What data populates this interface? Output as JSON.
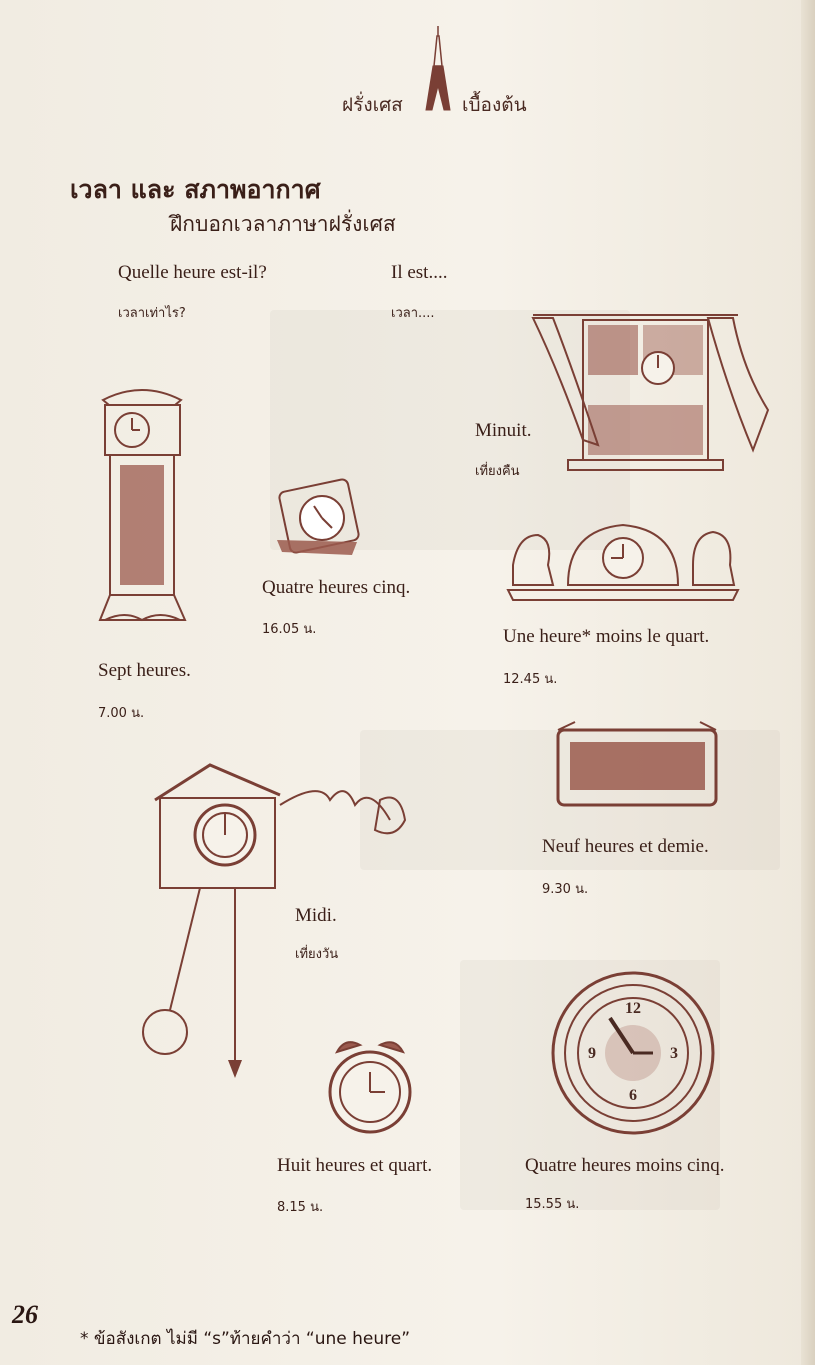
{
  "header": {
    "left": "ฝรั่งเศส",
    "right": "เบื้องต้น"
  },
  "title": "เวลา และ สภาพอากาศ",
  "subtitle": "ฝึกบอกเวลาภาษาฝรั่งเศส",
  "question": {
    "fr": "Quelle heure est-il?",
    "th": "เวลาเท่าไร?"
  },
  "answer": {
    "fr": "Il est....",
    "th": "เวลา...."
  },
  "items": {
    "minuit": {
      "fr": "Minuit.",
      "th": "เที่ยงคืน"
    },
    "quatre_cinq": {
      "fr": "Quatre heures cinq.",
      "th": "16.05 น."
    },
    "une_moins": {
      "fr": "Une heure*  moins le quart.",
      "th": "12.45 น."
    },
    "sept": {
      "fr": "Sept heures.",
      "th": "7.00 น."
    },
    "neuf": {
      "fr": "Neuf heures et demie.",
      "th": "9.30 น."
    },
    "midi": {
      "fr": "Midi.",
      "th": "เที่ยงวัน"
    },
    "huit": {
      "fr": "Huit heures et quart.",
      "th": "8.15 น."
    },
    "quatre_moins": {
      "fr": "Quatre heures moins cinq.",
      "th": "15.55 น."
    }
  },
  "page_number": "26",
  "footnote": "* ข้อสังเกต ไม่มี  “s”ท้ายคำว่า “une heure”",
  "clock_face": {
    "n12": "12",
    "n3": "3",
    "n6": "6",
    "n9": "9"
  },
  "colors": {
    "ink": "#7a3f35",
    "text": "#3a1f18",
    "paper": "#f3eee4"
  }
}
